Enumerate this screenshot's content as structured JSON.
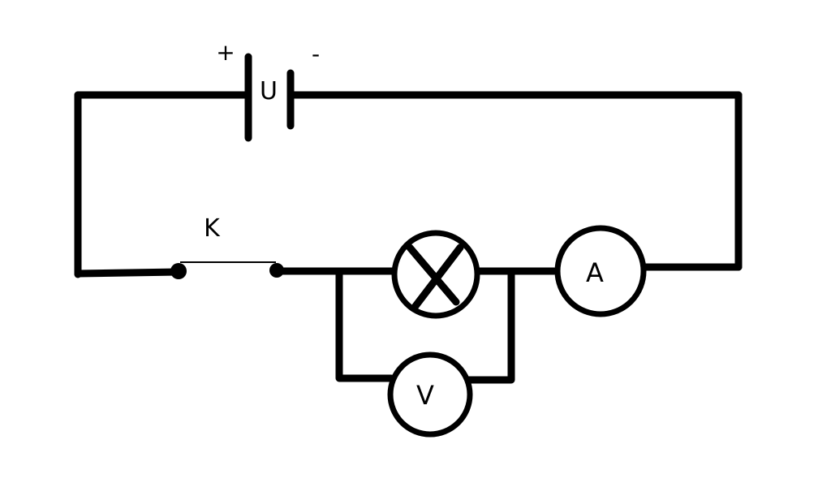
{
  "labels": {
    "battery_plus": "+",
    "battery_name": "U",
    "battery_minus": "-",
    "switch_name": "K",
    "ammeter": "A",
    "voltmeter": "V"
  },
  "colors": {
    "stroke": "#000000",
    "background": "#ffffff"
  }
}
